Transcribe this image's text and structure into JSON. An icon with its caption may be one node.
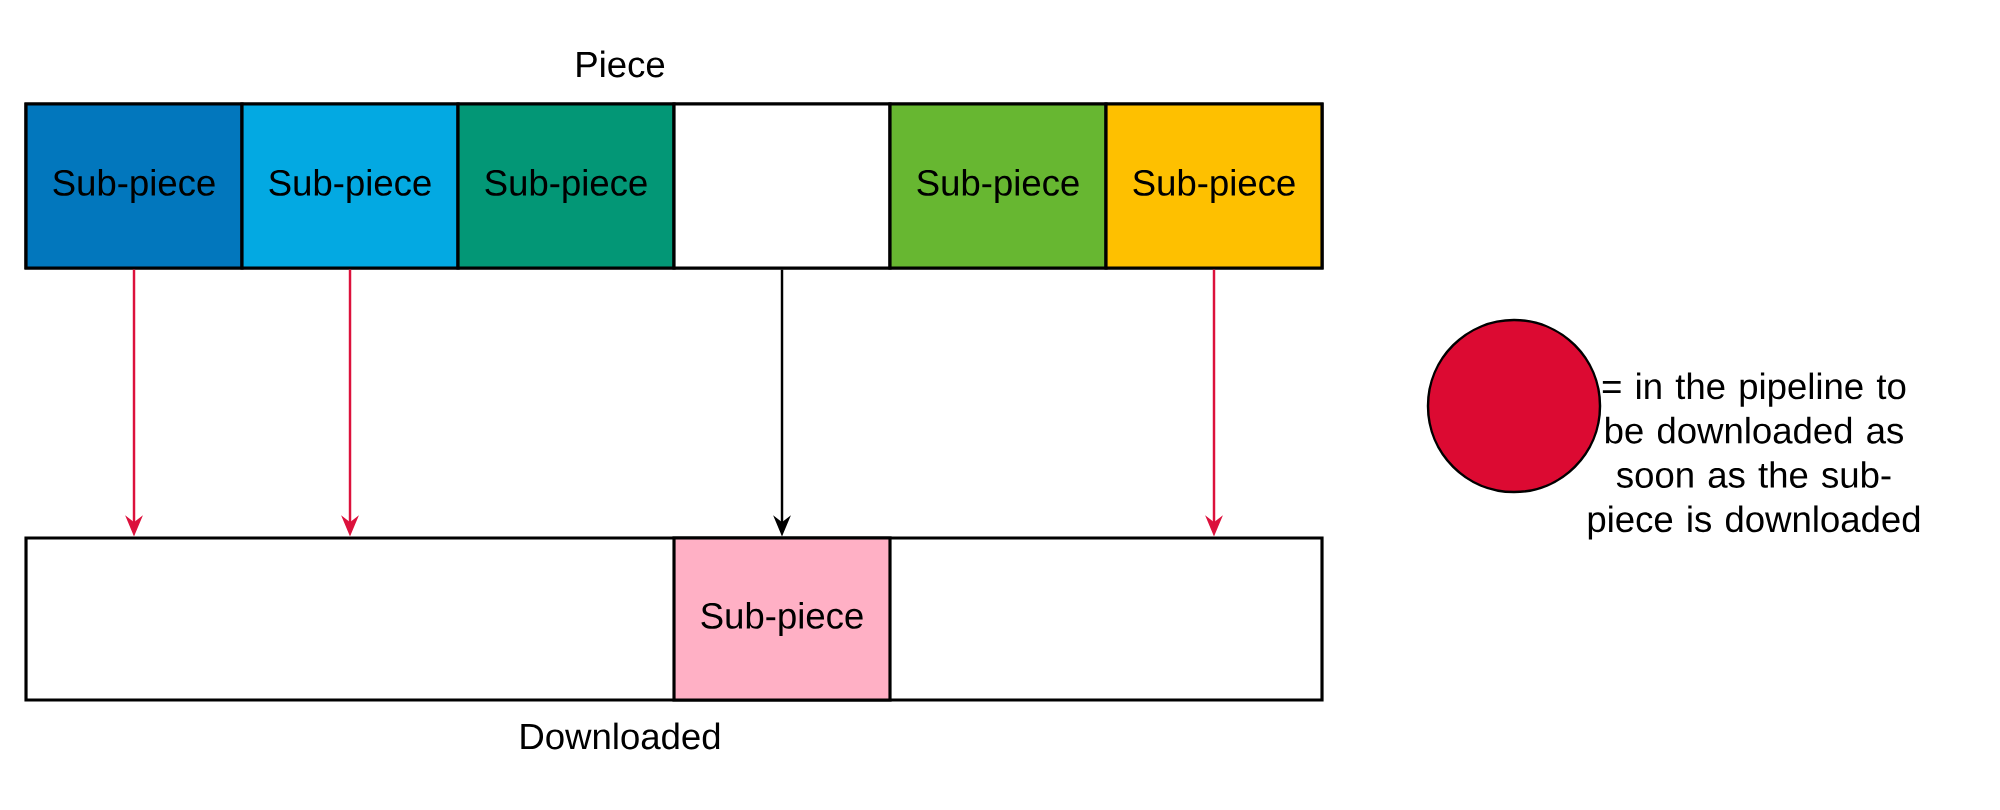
{
  "diagram": {
    "nodes": [
      {
        "text": [
          "Piece"
        ]
      },
      {
        "text": [
          "Sub-piece"
        ],
        "in": 0
      },
      {
        "text": [
          "Sub-piece"
        ],
        "in": 0
      },
      {
        "text": [
          "Sub-piece"
        ],
        "in": 0
      },
      {
        "text": [],
        "shape": "box",
        "in": 0
      },
      {
        "text": [
          "Sub-piece"
        ],
        "in": 0
      },
      {
        "text": [
          "Sub-piece"
        ],
        "in": 0
      },
      {
        "text": [
          "Downloaded"
        ]
      },
      {
        "text": [
          "Sub-piece"
        ],
        "in": 7
      }
    ],
    "edges": [
      {
        "from": 1,
        "to": 7,
        "arrow": "to"
      },
      {
        "from": 2,
        "to": 7,
        "arrow": "to"
      },
      {
        "from": 4,
        "to": 8,
        "arrow": "to",
        "color": "#000000"
      },
      {
        "from": 6,
        "to": 7,
        "arrow": "to"
      }
    ],
    "legend": [
      {
        "text": "= in the pipeline to be downloaded as soon as the sub-piece is downloaded",
        "color": "#dc0a32"
      }
    ]
  }
}
